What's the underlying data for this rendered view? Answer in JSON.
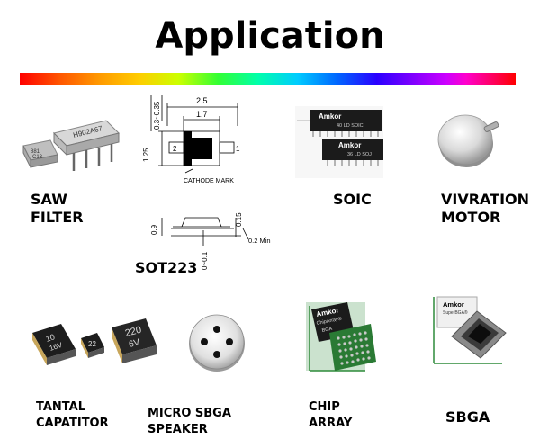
{
  "title": "Application",
  "labels": {
    "saw": [
      "SAW",
      "FILTER"
    ],
    "sot": "SOT223",
    "soic": "SOIC",
    "vib": [
      "VIVRATION",
      "MOTOR"
    ],
    "tantal": [
      "TANTAL",
      "CAPATITOR"
    ],
    "sbga_speaker": [
      "MICRO SBGA",
      "SPEAKER"
    ],
    "chip": [
      "CHIP",
      "ARRAY"
    ],
    "sbga": "SBGA"
  },
  "saw_image": {
    "top_mark": "H902A67",
    "side_mark_1": "881",
    "side_mark_2": "C13"
  },
  "sot_drawing": {
    "dim_top": "2.5",
    "dim_inner": "1.7",
    "dim_vertical": "0.3~0.35",
    "dim_height": "1.25",
    "pin_left": "2",
    "pin_right": "1",
    "cathode": "CATHODE MARK",
    "dim_body": "0.9",
    "dim_lead": "0.15",
    "dim_min": "0.2 Min",
    "dim_standoff": "0~0.1"
  },
  "soic_image": {
    "brand": "Amkor",
    "chip1": "40 LD SOIC",
    "chip2": "36 LD SOJ"
  },
  "tantal_image": {
    "cap1": [
      "10",
      "16V"
    ],
    "cap2": [
      "22"
    ],
    "cap3": [
      "220",
      "6V"
    ]
  },
  "chip_image": {
    "brand": "Amkor",
    "name": "ChipArray®",
    "type": "BGA"
  },
  "sbga_image": {
    "brand": "Amkor",
    "name": "SuperBGA®"
  },
  "colors": {
    "title": "#000000",
    "chip_body": "#1a1a1a",
    "board": "#2e8b3a"
  }
}
